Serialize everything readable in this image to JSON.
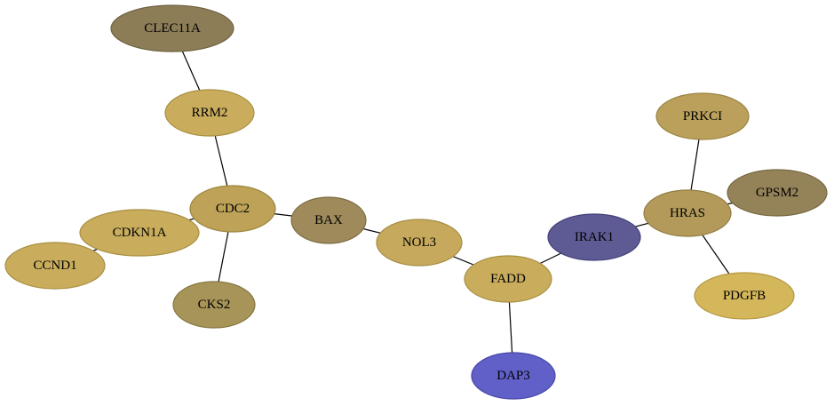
{
  "network": {
    "nodes": [
      {
        "id": "CLEC11A",
        "label": "CLEC11A",
        "fill": "#8c7d57",
        "stroke": "#6f6340"
      },
      {
        "id": "RRM2",
        "label": "RRM2",
        "fill": "#c9ad5c",
        "stroke": "#a88f42"
      },
      {
        "id": "CDC2",
        "label": "CDC2",
        "fill": "#bda257",
        "stroke": "#9c853f"
      },
      {
        "id": "CDKN1A",
        "label": "CDKN1A",
        "fill": "#c9ad5c",
        "stroke": "#a88f42"
      },
      {
        "id": "CCND1",
        "label": "CCND1",
        "fill": "#c9ad5c",
        "stroke": "#a88f42"
      },
      {
        "id": "CKS2",
        "label": "CKS2",
        "fill": "#a79458",
        "stroke": "#867640"
      },
      {
        "id": "BAX",
        "label": "BAX",
        "fill": "#9e8a5a",
        "stroke": "#7e6d42"
      },
      {
        "id": "NOL3",
        "label": "NOL3",
        "fill": "#c6a95c",
        "stroke": "#a58c43"
      },
      {
        "id": "FADD",
        "label": "FADD",
        "fill": "#c9ad5c",
        "stroke": "#a88f42"
      },
      {
        "id": "DAP3",
        "label": "DAP3",
        "fill": "#6060c8",
        "stroke": "#4545a8"
      },
      {
        "id": "IRAK1",
        "label": "IRAK1",
        "fill": "#5e5b94",
        "stroke": "#43417a"
      },
      {
        "id": "HRAS",
        "label": "HRAS",
        "fill": "#b39a5a",
        "stroke": "#927d41"
      },
      {
        "id": "PRKCI",
        "label": "PRKCI",
        "fill": "#bba05b",
        "stroke": "#9a8342"
      },
      {
        "id": "GPSM2",
        "label": "GPSM2",
        "fill": "#948359",
        "stroke": "#766841"
      },
      {
        "id": "PDGFB",
        "label": "PDGFB",
        "fill": "#d4b65b",
        "stroke": "#b49841"
      }
    ],
    "edges": [
      {
        "source": "CLEC11A",
        "target": "RRM2"
      },
      {
        "source": "RRM2",
        "target": "CDC2"
      },
      {
        "source": "CDC2",
        "target": "CDKN1A"
      },
      {
        "source": "CDKN1A",
        "target": "CCND1"
      },
      {
        "source": "CDC2",
        "target": "CKS2"
      },
      {
        "source": "CDC2",
        "target": "BAX"
      },
      {
        "source": "BAX",
        "target": "NOL3"
      },
      {
        "source": "NOL3",
        "target": "FADD"
      },
      {
        "source": "FADD",
        "target": "DAP3"
      },
      {
        "source": "FADD",
        "target": "IRAK1"
      },
      {
        "source": "IRAK1",
        "target": "HRAS"
      },
      {
        "source": "HRAS",
        "target": "PRKCI"
      },
      {
        "source": "HRAS",
        "target": "GPSM2"
      },
      {
        "source": "HRAS",
        "target": "PDGFB"
      }
    ]
  }
}
